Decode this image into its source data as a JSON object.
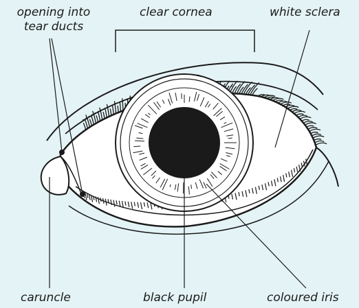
{
  "labels": {
    "tear_ducts_line1": "opening into",
    "tear_ducts_line2": "tear ducts",
    "cornea": "clear cornea",
    "sclera": "white sclera",
    "caruncle": "caruncle",
    "pupil": "black pupil",
    "iris": "coloured iris"
  },
  "colors": {
    "background": "#e4f3f5",
    "ink": "#1a1a1a",
    "sclera": "#ffffff",
    "iris": "#ffffff",
    "pupil": "#1a1a1a"
  }
}
